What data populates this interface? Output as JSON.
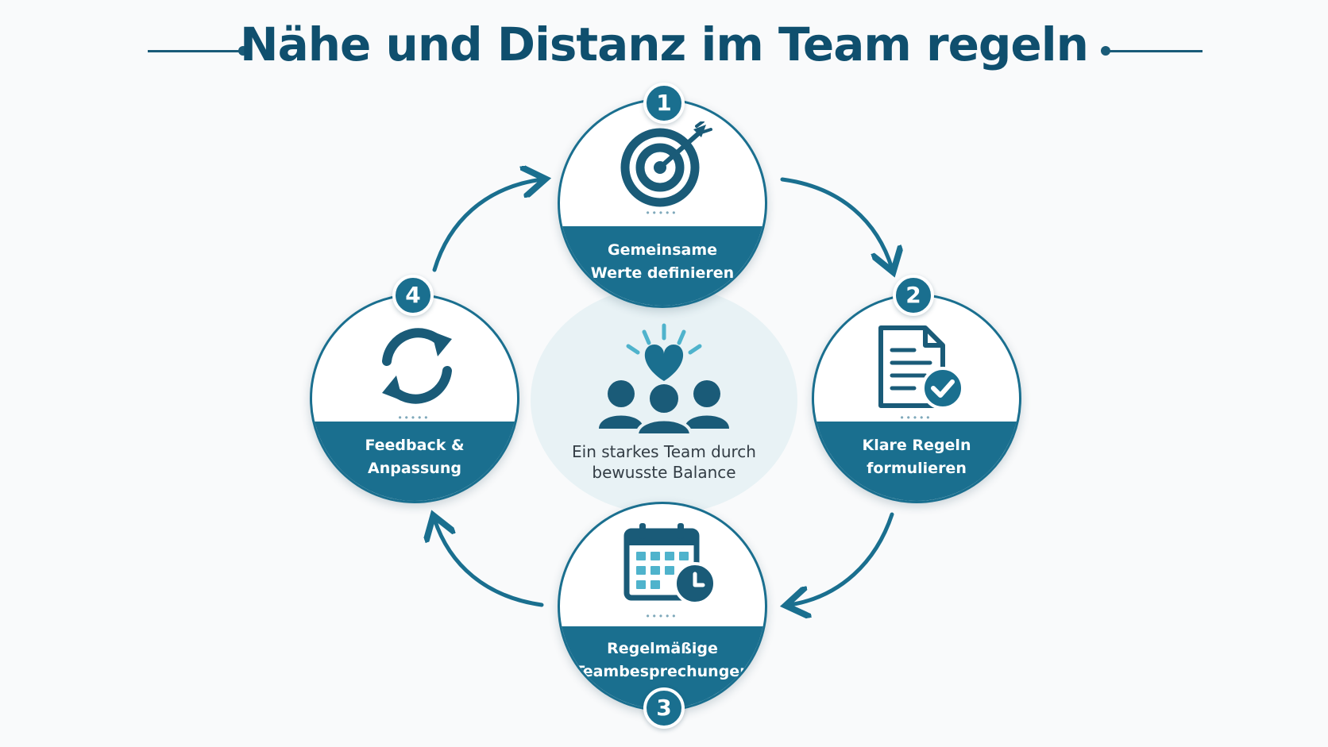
{
  "title": "Nähe und Distanz im Team regeln",
  "center": {
    "line1": "Ein starkes Team durch",
    "line2": "bewusste Balance",
    "icon": "team-heart-icon"
  },
  "steps": [
    {
      "number": "1",
      "line1": "Gemeinsame",
      "line2": "Werte definieren",
      "icon": "target-arrow-icon"
    },
    {
      "number": "2",
      "line1": "Klare Regeln",
      "line2": "formulieren",
      "icon": "document-check-icon"
    },
    {
      "number": "3",
      "line1": "Regelmäßige",
      "line2": "Teambesprechungen",
      "icon": "calendar-clock-icon"
    },
    {
      "number": "4",
      "line1": "Feedback &",
      "line2": "Anpassung",
      "icon": "refresh-cycle-icon"
    }
  ],
  "colors": {
    "primary": "#1a6f8f",
    "title": "#0f4f6e",
    "center_bg": "#e8f2f5",
    "text_dark": "#333d45",
    "accent_light": "#4fb3cc"
  }
}
